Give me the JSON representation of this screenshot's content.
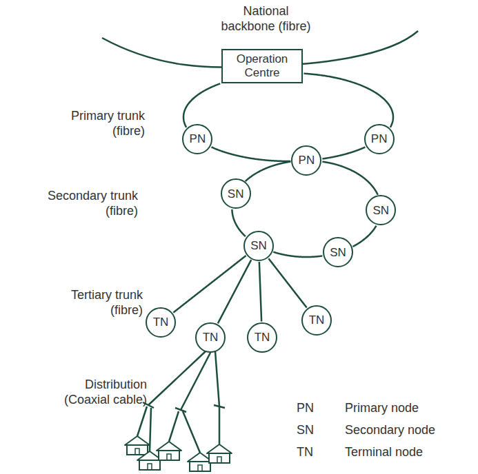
{
  "diagram": {
    "nodes": [
      {
        "text": [
          "Operation Centre"
        ]
      },
      {
        "text": [
          "PN"
        ]
      },
      {
        "text": [
          "PN"
        ]
      },
      {
        "text": [
          "PN"
        ]
      },
      {
        "text": [
          "SN"
        ]
      },
      {
        "text": [
          "SN"
        ]
      },
      {
        "text": [
          "SN"
        ]
      },
      {
        "text": [
          "SN"
        ]
      },
      {
        "text": [
          "TN"
        ]
      },
      {
        "text": [
          "TN"
        ]
      },
      {
        "text": [
          "TN"
        ]
      },
      {
        "text": [
          "TN"
        ]
      }
    ],
    "edges": [
      {
        "from": 0,
        "to": 1,
        "arrow": "none"
      },
      {
        "from": 1,
        "to": 3,
        "arrow": "none"
      },
      {
        "from": 3,
        "to": 2,
        "arrow": "none"
      },
      {
        "from": 2,
        "to": 0,
        "arrow": "none"
      },
      {
        "from": 3,
        "to": 5,
        "arrow": "none"
      },
      {
        "from": 5,
        "to": 7,
        "arrow": "none"
      },
      {
        "from": 7,
        "to": 6,
        "arrow": "none"
      },
      {
        "from": 6,
        "to": 4,
        "arrow": "none"
      },
      {
        "from": 4,
        "to": 3,
        "arrow": "none"
      },
      {
        "from": 6,
        "to": 8,
        "arrow": "none"
      },
      {
        "from": 6,
        "to": 9,
        "arrow": "none"
      },
      {
        "from": 6,
        "to": 10,
        "arrow": "none"
      },
      {
        "from": 6,
        "to": 11,
        "arrow": "none"
      }
    ],
    "labels": [
      "National backbone (fibre)",
      "Primary trunk (fibre)",
      "Secondary trunk (fibre)",
      "Tertiary trunk (fibre)",
      "Distribution (Coaxial cable)",
      "PN",
      "SN",
      "TN"
    ],
    "legend": [
      {
        "text": "Primary node"
      },
      {
        "text": "Secondary node"
      },
      {
        "text": "Terminal node"
      }
    ]
  }
}
